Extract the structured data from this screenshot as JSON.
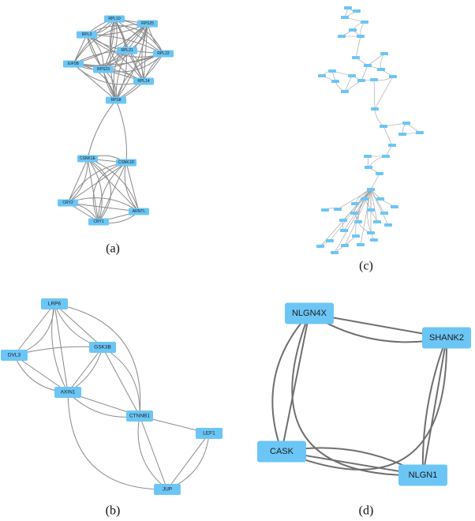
{
  "panels": {
    "a": {
      "caption": "(a)",
      "nodes": [
        "RPL10",
        "RPS25",
        "RPL3",
        "RPL21",
        "RPL22",
        "EIF5B",
        "RPS23",
        "RPL14",
        "RPS8",
        "CSNK1E",
        "CSNK1D",
        "CRY2",
        "CRY1",
        "ARNTL"
      ]
    },
    "b": {
      "caption": "(b)",
      "nodes": [
        "LRP6",
        "GSK3B",
        "DVL3",
        "AXIN1",
        "CTNNB1",
        "LEF1",
        "JUP"
      ]
    },
    "c": {
      "caption": "(c)",
      "node_count_visible": 60
    },
    "d": {
      "caption": "(d)",
      "nodes": [
        "NLGN4X",
        "SHANK2",
        "CASK",
        "NLGN1"
      ]
    }
  },
  "colors": {
    "node": "#6cc6f5",
    "edge": "#8a8a8a",
    "background": "#ffffff"
  }
}
